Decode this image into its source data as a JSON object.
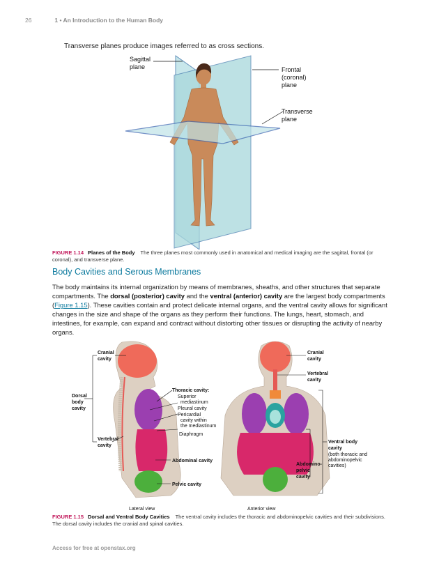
{
  "header": {
    "page_number": "26",
    "section": "1 • An Introduction to the Human Body"
  },
  "intro_text": "Transverse planes produce images referred to as cross sections.",
  "figure_1_14": {
    "labels": {
      "sagittal_1": "Sagittal",
      "sagittal_2": "plane",
      "frontal_1": "Frontal",
      "frontal_2": "(coronal)",
      "frontal_3": "plane",
      "transverse_1": "Transverse",
      "transverse_2": "plane"
    },
    "caption_number": "FIGURE 1.14",
    "caption_title": "Planes of the Body",
    "caption_text": "The three planes most commonly used in anatomical and medical imaging are the sagittal, frontal (or coronal), and transverse plane."
  },
  "section_heading": "Body Cavities and Serous Membranes",
  "paragraph": {
    "p1": "The body maintains its internal organization by means of membranes, sheaths, and other structures that separate compartments. The ",
    "b1": "dorsal (posterior) cavity",
    "p2": " and the ",
    "b2": "ventral (anterior) cavity",
    "p3": " are the largest body compartments (",
    "link": "Figure 1.15",
    "p4": "). These cavities contain and protect delicate internal organs, and the ventral cavity allows for significant changes in the size and shape of the organs as they perform their functions. The lungs, heart, stomach, and intestines, for example, can expand and contract without distorting other tissues or disrupting the activity of nearby organs."
  },
  "figure_1_15": {
    "labels": {
      "cranial_l1": "Cranial",
      "cranial_l2": "cavity",
      "dorsal_1": "Dorsal",
      "dorsal_2": "body",
      "dorsal_3": "cavity",
      "vertebral_l1": "Vertebral",
      "vertebral_l2": "cavity",
      "thoracic": "Thoracic cavity:",
      "superior_1": "Superior",
      "superior_2": "mediastinum",
      "pleural": "Pleural cavity",
      "pericardial_1": "Pericardial",
      "pericardial_2": "cavity within",
      "pericardial_3": "the mediastinum",
      "diaphragm": "Diaphragm",
      "abdominal": "Abdominal cavity",
      "pelvic": "Pelvic cavity",
      "cranial_r1": "Cranial",
      "cranial_r2": "cavity",
      "vertebral_r1": "Vertebral",
      "vertebral_r2": "cavity",
      "ventral_1": "Ventral body",
      "ventral_2": "cavity",
      "ventral_3": "(both thoracic and",
      "ventral_4": "abdominopelvic",
      "ventral_5": "cavities)",
      "abdpel_1": "Abdomino-",
      "abdpel_2": "pelvic",
      "abdpel_3": "cavity",
      "lateral_view": "Lateral view",
      "anterior_view": "Anterior view"
    },
    "caption_number": "FIGURE 1.15",
    "caption_title": "Dorsal and Ventral Body Cavities",
    "caption_text": "The ventral cavity includes the thoracic and abdominopelvic cavities and their subdivisions. The dorsal cavity includes the cranial and spinal cavities."
  },
  "footer": "Access for free at openstax.org"
}
